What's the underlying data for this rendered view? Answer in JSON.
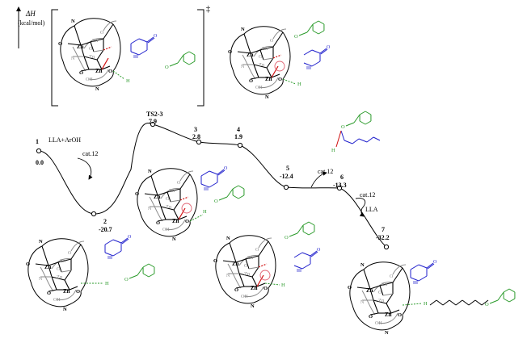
{
  "axis": {
    "label_line1": "ΔH",
    "label_line2": "(kcal/mol)"
  },
  "ts_bracket": {
    "symbol": "‡"
  },
  "points": [
    {
      "id": "1",
      "value": "0.0",
      "note": "LLA+ArOH"
    },
    {
      "id": "2",
      "value": "-20.7"
    },
    {
      "id": "TS2-3",
      "value": "7.9"
    },
    {
      "id": "3",
      "value": "2.8"
    },
    {
      "id": "4",
      "value": "1.9"
    },
    {
      "id": "5",
      "value": "-12.4"
    },
    {
      "id": "6",
      "value": "-13.3"
    },
    {
      "id": "7",
      "value": "-32.2"
    }
  ],
  "arrows": {
    "cat_a": "cat.12",
    "cat_b": "cat.12",
    "cat_c": "cat.12",
    "lla": "LLA"
  },
  "atoms": {
    "zn": "Zn",
    "n": "N",
    "o": "O",
    "oh": "OH",
    "h": "H"
  },
  "colors": {
    "black": "#000000",
    "gray": "#8a8a8a",
    "blue": "#1f1fcc",
    "green": "#2a9a2a",
    "red": "#d01010",
    "pink": "#e06070"
  }
}
